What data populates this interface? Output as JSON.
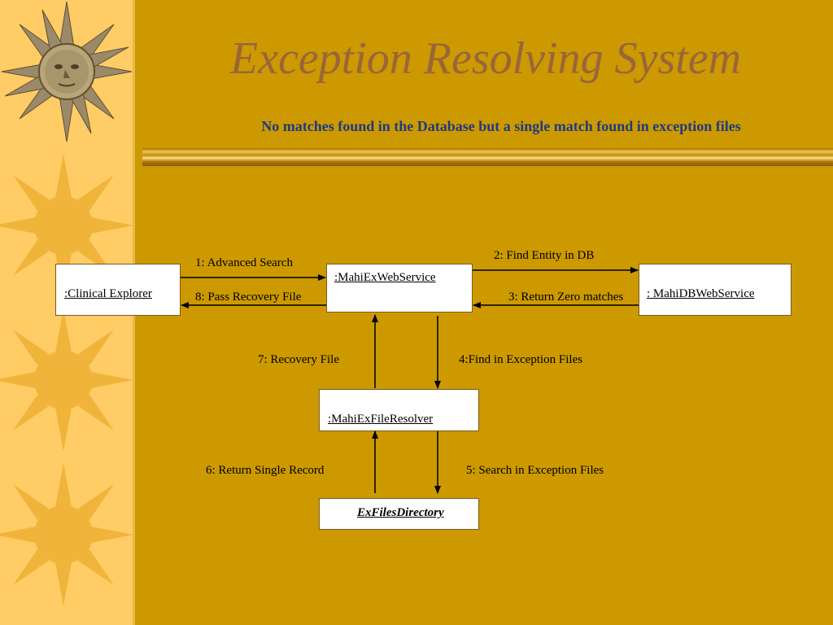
{
  "slide": {
    "title": "Exception Resolving System",
    "subtitle": "No matches found in the Database but a single match found in exception files"
  },
  "diagram": {
    "objects": {
      "clinical_explorer": ":Clinical Explorer",
      "mahiex_webservice": ":MahiExWebService",
      "mahidb_webservice": ": MahiDBWebService",
      "mahiex_fileresolver": ":MahiExFileResolver",
      "exfiles_directory": "ExFilesDirectory"
    },
    "messages": {
      "m1": "1: Advanced Search",
      "m2": "2: Find Entity in DB",
      "m3": "3: Return Zero matches",
      "m4": "4:Find in Exception Files",
      "m5": "5: Search in Exception Files",
      "m6": "6: Return Single Record",
      "m7": "7: Recovery File",
      "m8": "8: Pass Recovery File"
    }
  }
}
